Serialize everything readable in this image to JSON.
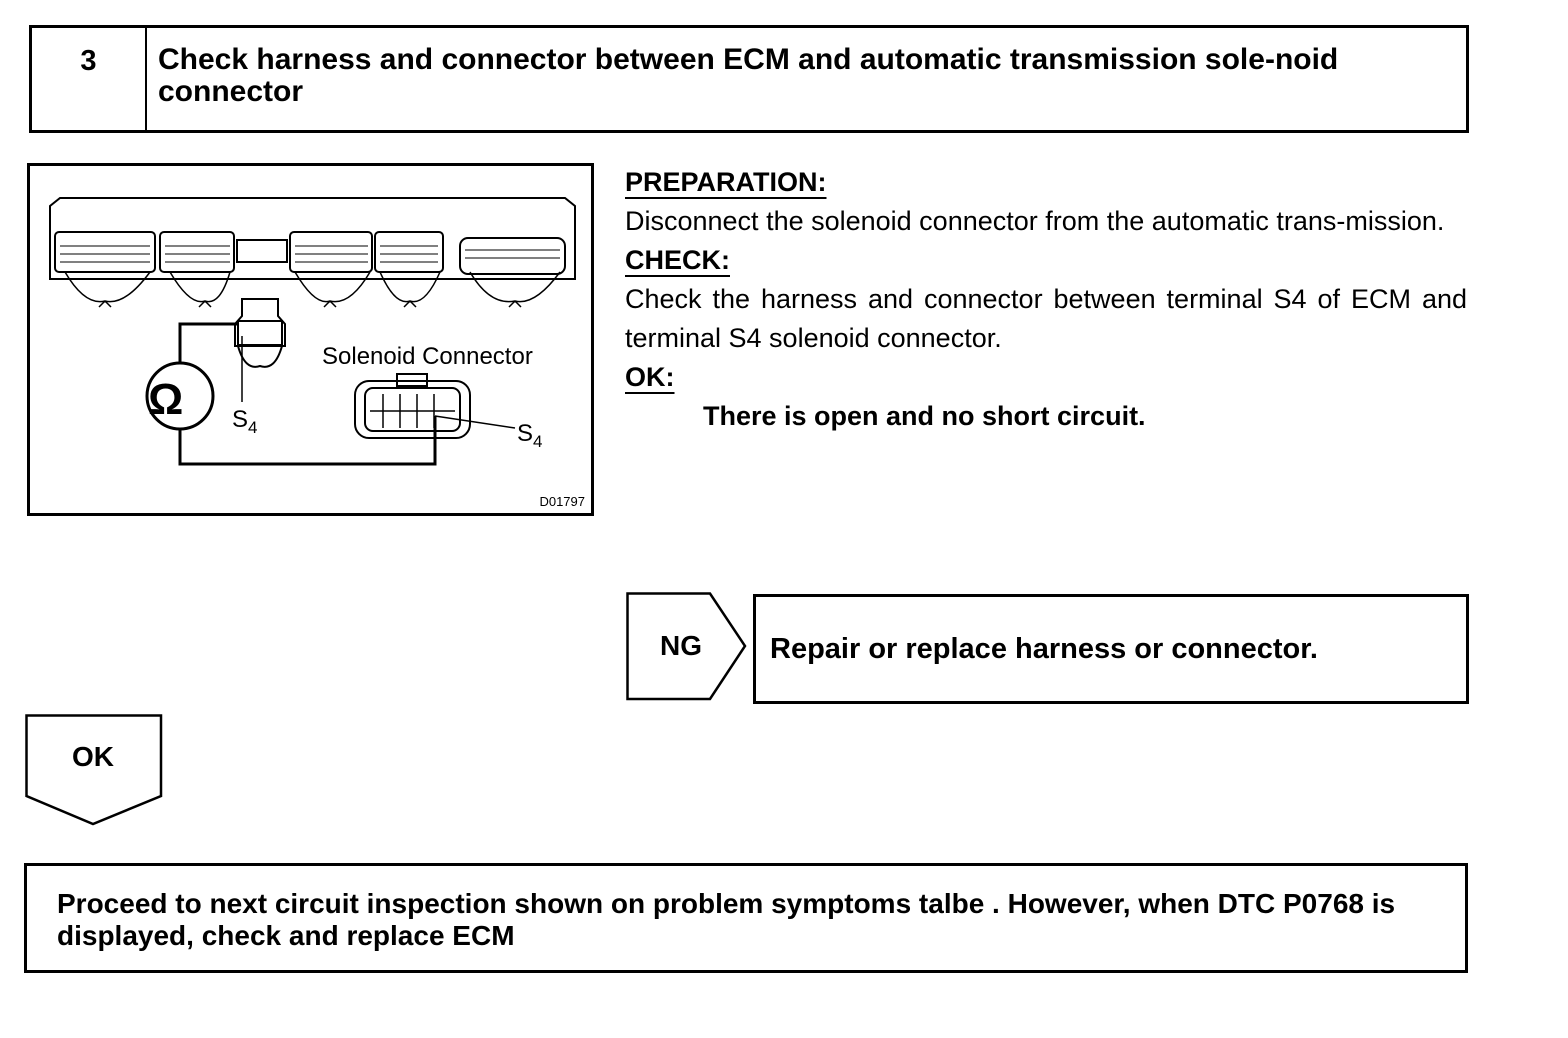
{
  "step": {
    "number": "3",
    "title": "Check harness and connector between ECM and automatic transmission sole-noid connector"
  },
  "figure": {
    "solenoid_label": "Solenoid Connector",
    "terminal_ecm": "S",
    "terminal_ecm_sub": "4",
    "terminal_solenoid": "S",
    "terminal_solenoid_sub": "4",
    "ohm_symbol": "Ω",
    "code": "D01797"
  },
  "preparation": {
    "heading": "PREPARATION:",
    "text": "Disconnect the solenoid connector from the automatic trans-mission."
  },
  "check": {
    "heading": "CHECK:",
    "text": "Check the harness and connector between terminal S4 of ECM and terminal S4 solenoid connector."
  },
  "ok": {
    "heading": "OK:",
    "text": "There is open and no short circuit."
  },
  "ng_branch": {
    "tag": "NG",
    "action": "Repair or replace harness or connector."
  },
  "ok_branch": {
    "tag": "OK"
  },
  "final": {
    "text": "Proceed to next circuit inspection shown on problem symptoms talbe . However, when DTC P0768 is displayed, check and replace ECM"
  }
}
